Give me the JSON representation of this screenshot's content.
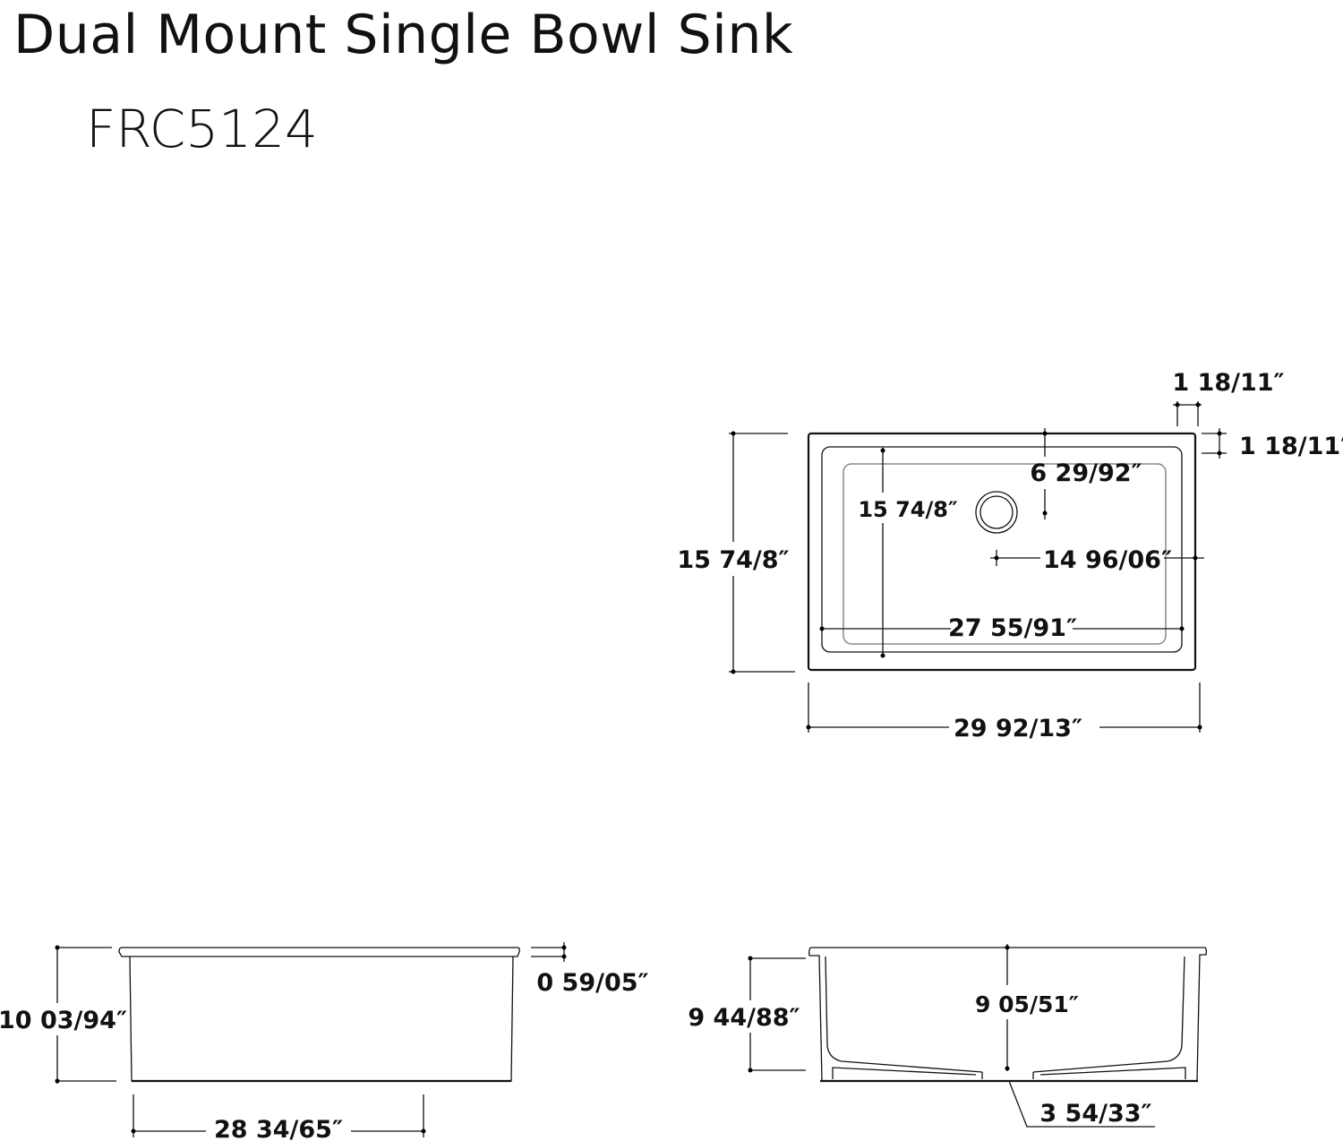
{
  "header": {
    "title": "Dual Mount Single Bowl Sink",
    "model": "FRC5124"
  },
  "top_view": {
    "overall_depth": "15 74/8″",
    "bowl_depth": "15 74/8″",
    "drain_from_back": "6 29/92″",
    "drain_from_side": "14 96/06″",
    "bowl_width": "27 55/91″",
    "overall_width": "29 92/13″",
    "rim_side": "1 18/11″",
    "rim_back": "1 18/11′"
  },
  "side_view": {
    "overall_height": "10 03/94″",
    "rim_thickness": "0 59/05″",
    "base_width": "28 34/65″"
  },
  "front_view": {
    "outer_height": "9 44/88″",
    "bowl_height": "9 05/51″",
    "drain_width": "3 54/33″"
  }
}
